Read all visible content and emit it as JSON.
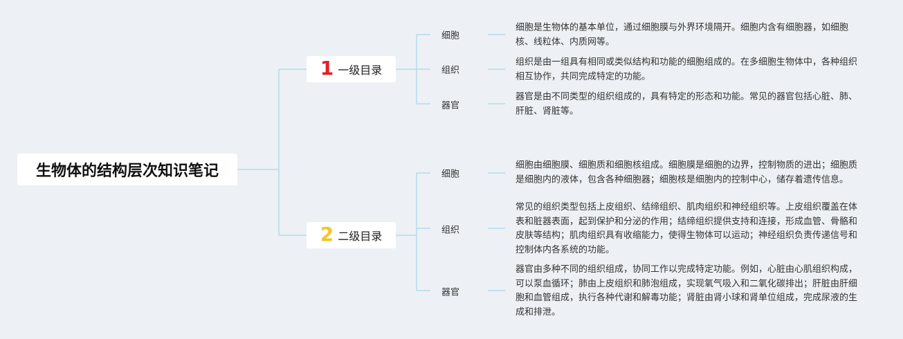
{
  "root": {
    "title": "生物体的结构层次知识笔记"
  },
  "sections": [
    {
      "number": "1",
      "number_color": "#e0202b",
      "title": "一级目录",
      "items": [
        {
          "label": "细胞",
          "text": "细胞是生物体的基本单位，通过细胞膜与外界环境隔开。细胞内含有细胞器，如细胞核、线粒体、内质网等。"
        },
        {
          "label": "组织",
          "text": "组织是由一组具有相同或类似结构和功能的细胞组成的。在多细胞生物体中，各种组织相互协作，共同完成特定的功能。"
        },
        {
          "label": "器官",
          "text": "器官是由不同类型的组织组成的，具有特定的形态和功能。常见的器官包括心脏、肺、肝脏、肾脏等。"
        }
      ]
    },
    {
      "number": "2",
      "number_color": "#f2c52a",
      "title": "二级目录",
      "items": [
        {
          "label": "细胞",
          "text": "细胞由细胞膜、细胞质和细胞核组成。细胞膜是细胞的边界，控制物质的进出；细胞质是细胞内的液体，包含各种细胞器；细胞核是细胞内的控制中心，储存着遗传信息。"
        },
        {
          "label": "组织",
          "text": "常见的组织类型包括上皮组织、结缔组织、肌肉组织和神经组织等。上皮组织覆盖在体表和脏器表面，起到保护和分泌的作用；结缔组织提供支持和连接，形成血管、骨骼和皮肤等结构；肌肉组织具有收缩能力，使得生物体可以运动；神经组织负责传递信号和控制体内各系统的功能。"
        },
        {
          "label": "器官",
          "text": "器官由多种不同的组织组成，协同工作以完成特定功能。例如，心脏由心肌组织构成，可以泵血循环；肺由上皮组织和肺泡组成，实现氧气吸入和二氧化碳排出；肝脏由肝细胞和血管组成，执行各种代谢和解毒功能；肾脏由肾小球和肾单位组成，完成尿液的生成和排泄。"
        }
      ]
    }
  ],
  "colors": {
    "line": "#a9d6ec",
    "background": "#edf1f5"
  }
}
